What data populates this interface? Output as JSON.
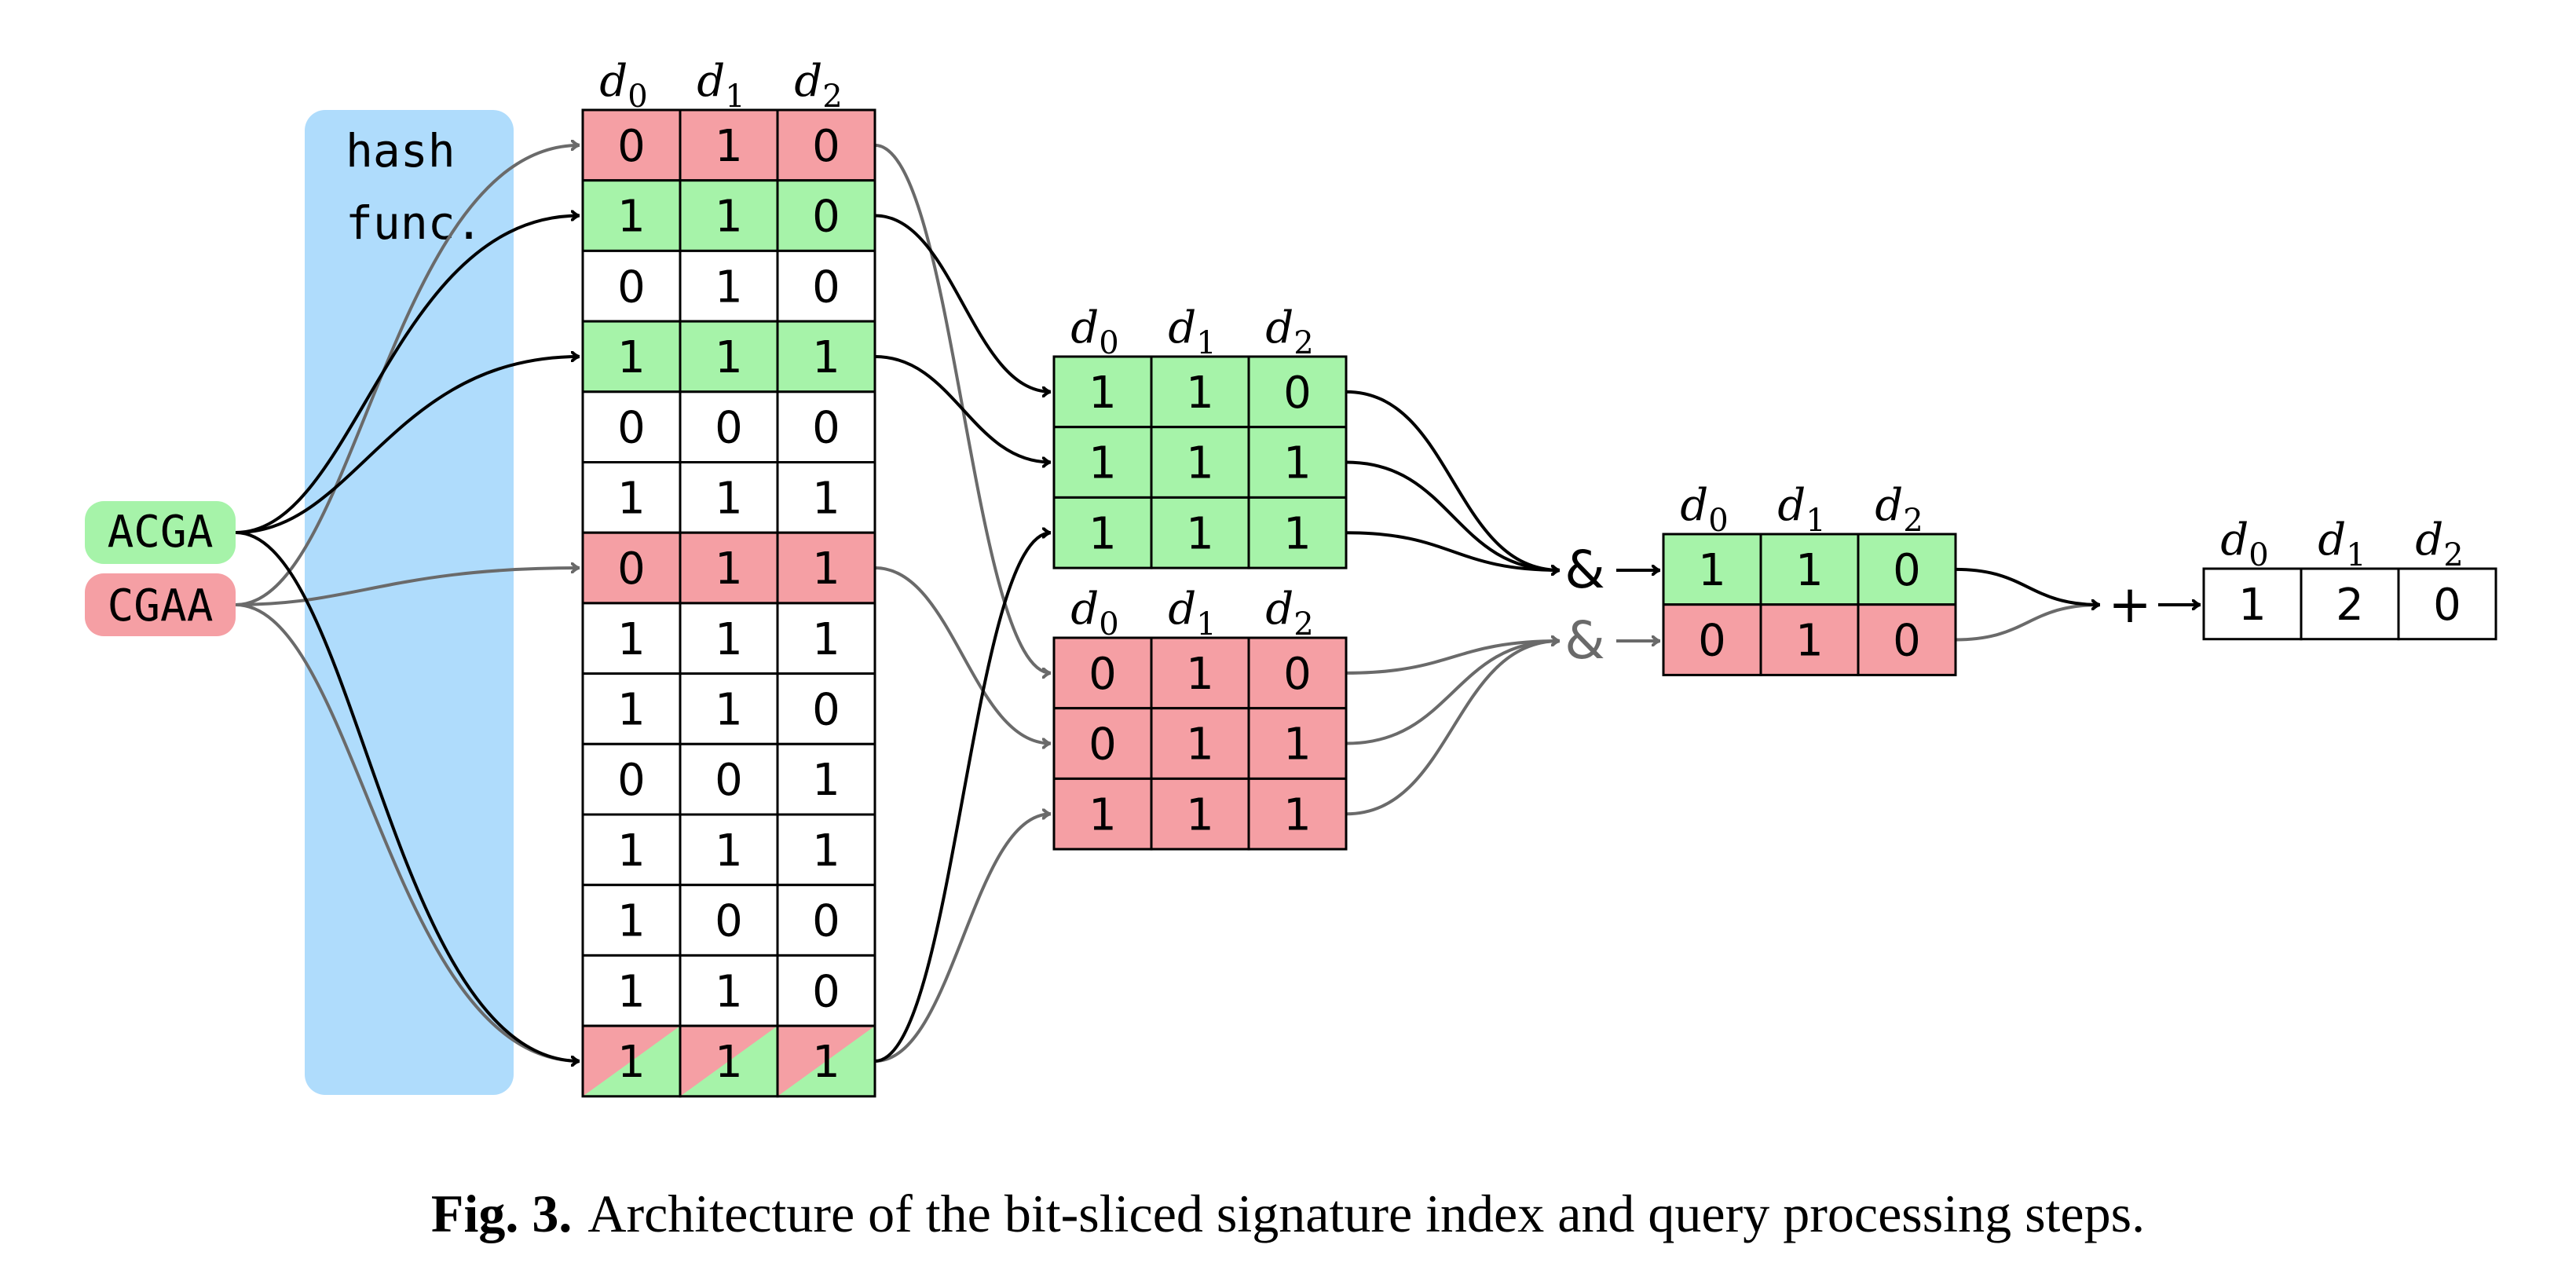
{
  "colors": {
    "green": "#a6f3a9",
    "red": "#f59fa4",
    "blue": "#afdcfc",
    "black": "#000000",
    "gray": "#6a6a6a"
  },
  "queries": [
    {
      "label": "ACGA",
      "color": "green"
    },
    {
      "label": "CGAA",
      "color": "red"
    }
  ],
  "hash_label": [
    "hash",
    "func."
  ],
  "dim_labels": [
    "d",
    "d",
    "d"
  ],
  "dim_subscripts": [
    "0",
    "1",
    "2"
  ],
  "index_table": {
    "rows": [
      {
        "bits": [
          "0",
          "1",
          "0"
        ],
        "hl": "red"
      },
      {
        "bits": [
          "1",
          "1",
          "0"
        ],
        "hl": "green"
      },
      {
        "bits": [
          "0",
          "1",
          "0"
        ],
        "hl": "none"
      },
      {
        "bits": [
          "1",
          "1",
          "1"
        ],
        "hl": "green"
      },
      {
        "bits": [
          "0",
          "0",
          "0"
        ],
        "hl": "none"
      },
      {
        "bits": [
          "1",
          "1",
          "1"
        ],
        "hl": "none"
      },
      {
        "bits": [
          "0",
          "1",
          "1"
        ],
        "hl": "red"
      },
      {
        "bits": [
          "1",
          "1",
          "1"
        ],
        "hl": "none"
      },
      {
        "bits": [
          "1",
          "1",
          "0"
        ],
        "hl": "none"
      },
      {
        "bits": [
          "0",
          "0",
          "1"
        ],
        "hl": "none"
      },
      {
        "bits": [
          "1",
          "1",
          "1"
        ],
        "hl": "none"
      },
      {
        "bits": [
          "1",
          "0",
          "0"
        ],
        "hl": "none"
      },
      {
        "bits": [
          "1",
          "1",
          "0"
        ],
        "hl": "none"
      },
      {
        "bits": [
          "1",
          "1",
          "1"
        ],
        "hl": "both"
      }
    ]
  },
  "selected_green": [
    [
      "1",
      "1",
      "0"
    ],
    [
      "1",
      "1",
      "1"
    ],
    [
      "1",
      "1",
      "1"
    ]
  ],
  "selected_red": [
    [
      "0",
      "1",
      "0"
    ],
    [
      "0",
      "1",
      "1"
    ],
    [
      "1",
      "1",
      "1"
    ]
  ],
  "and_symbol": "&",
  "and_result": {
    "green": [
      "1",
      "1",
      "0"
    ],
    "red": [
      "0",
      "1",
      "0"
    ]
  },
  "plus_symbol": "+",
  "sum_result": [
    "1",
    "2",
    "0"
  ],
  "caption": {
    "label": "Fig. 3.",
    "text": "Architecture of the bit-sliced signature index and query processing steps."
  }
}
